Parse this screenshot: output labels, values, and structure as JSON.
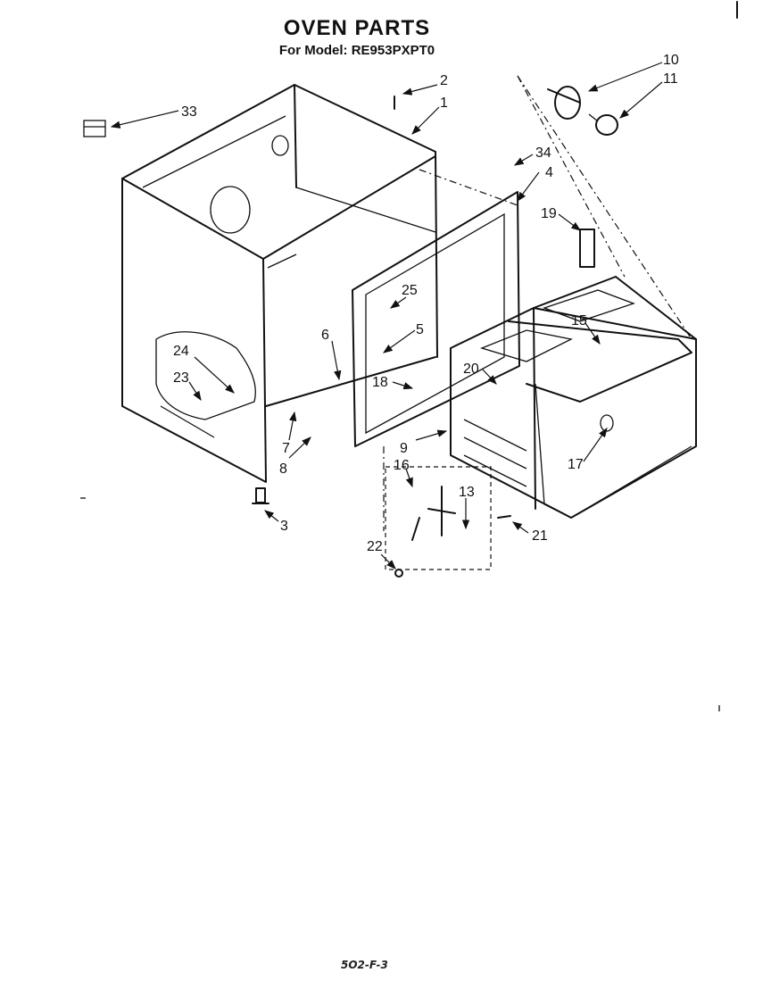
{
  "header": {
    "title": "OVEN PARTS",
    "subtitle": "For Model: RE953PXPT0"
  },
  "footer": {
    "code": "5O2-F-3"
  },
  "callouts": {
    "c1": "1",
    "c2": "2",
    "c3": "3",
    "c4": "4",
    "c5": "5",
    "c6": "6",
    "c7": "7",
    "c8": "8",
    "c9": "9",
    "c10": "10",
    "c11": "11",
    "c13": "13",
    "c15": "15",
    "c16": "16",
    "c17": "17",
    "c18": "18",
    "c19": "19",
    "c20": "20",
    "c21": "21",
    "c22": "22",
    "c23": "23",
    "c24": "24",
    "c25": "25",
    "c33": "33",
    "c34": "34"
  }
}
